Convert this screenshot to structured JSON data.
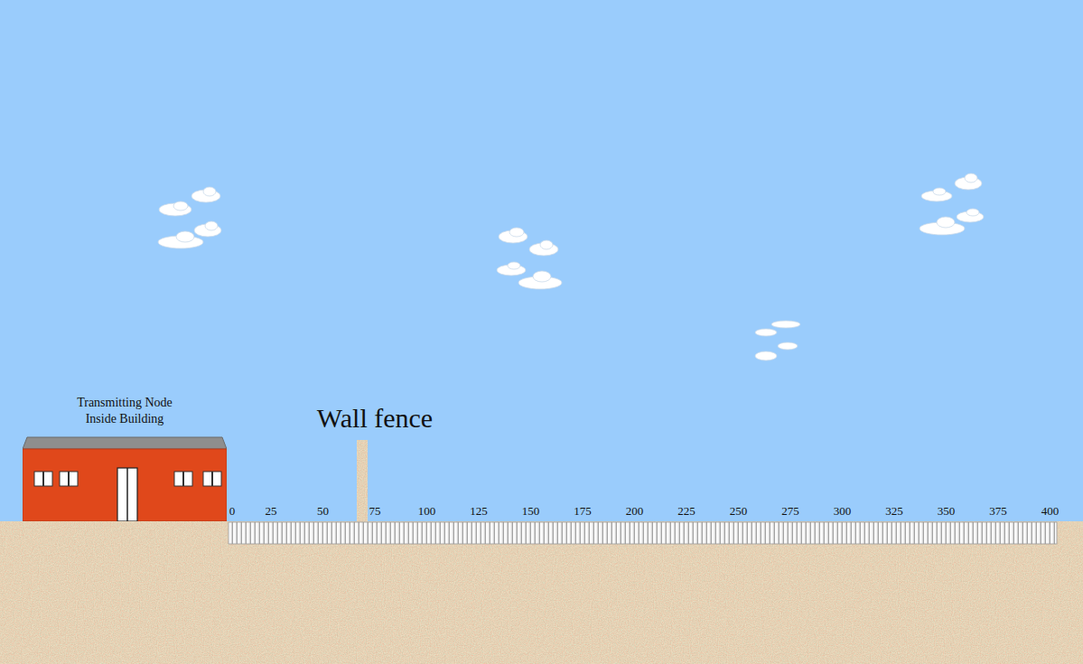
{
  "diagram": {
    "nodes": [
      {
        "text": [
          "Transmitting Node Inside Building"
        ]
      },
      {
        "text": [
          "Wall fence"
        ]
      }
    ],
    "labels": [
      "0",
      "25",
      "50",
      "75",
      "100",
      "125",
      "150",
      "175",
      "200",
      "225",
      "250",
      "275",
      "300",
      "325",
      "350",
      "375",
      "400"
    ]
  }
}
